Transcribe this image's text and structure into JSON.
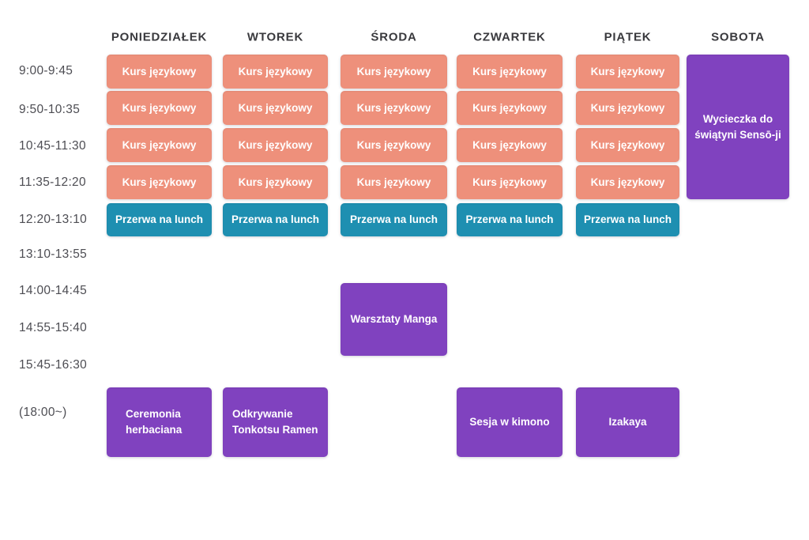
{
  "days": [
    "PONIEDZIAŁEK",
    "WTOREK",
    "ŚRODA",
    "CZWARTEK",
    "PIĄTEK",
    "SOBOTA"
  ],
  "time_slots": [
    "9:00-9:45",
    "9:50-10:35",
    "10:45-11:30",
    "11:35-12:20",
    "12:20-13:10",
    "13:10-13:55",
    "14:00-14:45",
    "14:55-15:40",
    "15:45-16:30",
    "(18:00~)"
  ],
  "colors": {
    "course": "#ee907b",
    "lunch": "#1e8fb1",
    "activity": "#8042bf",
    "header_text": "#39393d",
    "time_text": "#4d4d53",
    "event_text": "#ffffff",
    "background": "#ffffff"
  },
  "events": [
    {
      "type": "course",
      "label": "Kurs językowy",
      "day": 0,
      "row": 0,
      "rowspan": 1
    },
    {
      "type": "course",
      "label": "Kurs językowy",
      "day": 0,
      "row": 1,
      "rowspan": 1
    },
    {
      "type": "course",
      "label": "Kurs językowy",
      "day": 0,
      "row": 2,
      "rowspan": 1
    },
    {
      "type": "course",
      "label": "Kurs językowy",
      "day": 0,
      "row": 3,
      "rowspan": 1
    },
    {
      "type": "course",
      "label": "Kurs językowy",
      "day": 1,
      "row": 0,
      "rowspan": 1
    },
    {
      "type": "course",
      "label": "Kurs językowy",
      "day": 1,
      "row": 1,
      "rowspan": 1
    },
    {
      "type": "course",
      "label": "Kurs językowy",
      "day": 1,
      "row": 2,
      "rowspan": 1
    },
    {
      "type": "course",
      "label": "Kurs językowy",
      "day": 1,
      "row": 3,
      "rowspan": 1
    },
    {
      "type": "course",
      "label": "Kurs językowy",
      "day": 2,
      "row": 0,
      "rowspan": 1
    },
    {
      "type": "course",
      "label": "Kurs językowy",
      "day": 2,
      "row": 1,
      "rowspan": 1
    },
    {
      "type": "course",
      "label": "Kurs językowy",
      "day": 2,
      "row": 2,
      "rowspan": 1
    },
    {
      "type": "course",
      "label": "Kurs językowy",
      "day": 2,
      "row": 3,
      "rowspan": 1
    },
    {
      "type": "course",
      "label": "Kurs językowy",
      "day": 3,
      "row": 0,
      "rowspan": 1
    },
    {
      "type": "course",
      "label": "Kurs językowy",
      "day": 3,
      "row": 1,
      "rowspan": 1
    },
    {
      "type": "course",
      "label": "Kurs językowy",
      "day": 3,
      "row": 2,
      "rowspan": 1
    },
    {
      "type": "course",
      "label": "Kurs językowy",
      "day": 3,
      "row": 3,
      "rowspan": 1
    },
    {
      "type": "course",
      "label": "Kurs językowy",
      "day": 4,
      "row": 0,
      "rowspan": 1
    },
    {
      "type": "course",
      "label": "Kurs językowy",
      "day": 4,
      "row": 1,
      "rowspan": 1
    },
    {
      "type": "course",
      "label": "Kurs językowy",
      "day": 4,
      "row": 2,
      "rowspan": 1
    },
    {
      "type": "course",
      "label": "Kurs językowy",
      "day": 4,
      "row": 3,
      "rowspan": 1
    },
    {
      "type": "lunch",
      "label": "Przerwa na lunch",
      "day": 0,
      "row": 4,
      "rowspan": 1
    },
    {
      "type": "lunch",
      "label": "Przerwa na lunch",
      "day": 1,
      "row": 4,
      "rowspan": 1
    },
    {
      "type": "lunch",
      "label": "Przerwa na lunch",
      "day": 2,
      "row": 4,
      "rowspan": 1
    },
    {
      "type": "lunch",
      "label": "Przerwa na lunch",
      "day": 3,
      "row": 4,
      "rowspan": 1
    },
    {
      "type": "lunch",
      "label": "Przerwa na lunch",
      "day": 4,
      "row": 4,
      "rowspan": 1
    },
    {
      "id": "trip-sensoji",
      "type": "activity",
      "label": "Wycieczka do świątyni Sensō-ji",
      "day": 5,
      "row": 0,
      "rowspan": 4
    },
    {
      "id": "manga-workshop",
      "type": "activity",
      "label": "Warsztaty Manga",
      "day": 2,
      "row": 6,
      "rowspan": 2
    },
    {
      "id": "tea-ceremony",
      "type": "activity",
      "label": "Ceremonia herbaciana",
      "day": 0,
      "row": 9,
      "rowspan": 1
    },
    {
      "id": "ramen-discovery",
      "type": "activity",
      "label": "Odkrywanie Tonkotsu Ramen",
      "day": 1,
      "row": 9,
      "rowspan": 1
    },
    {
      "id": "kimono-session",
      "type": "activity",
      "label": "Sesja w kimono",
      "day": 3,
      "row": 9,
      "rowspan": 1
    },
    {
      "id": "izakaya",
      "type": "activity",
      "label": "Izakaya",
      "day": 4,
      "row": 9,
      "rowspan": 1
    }
  ]
}
